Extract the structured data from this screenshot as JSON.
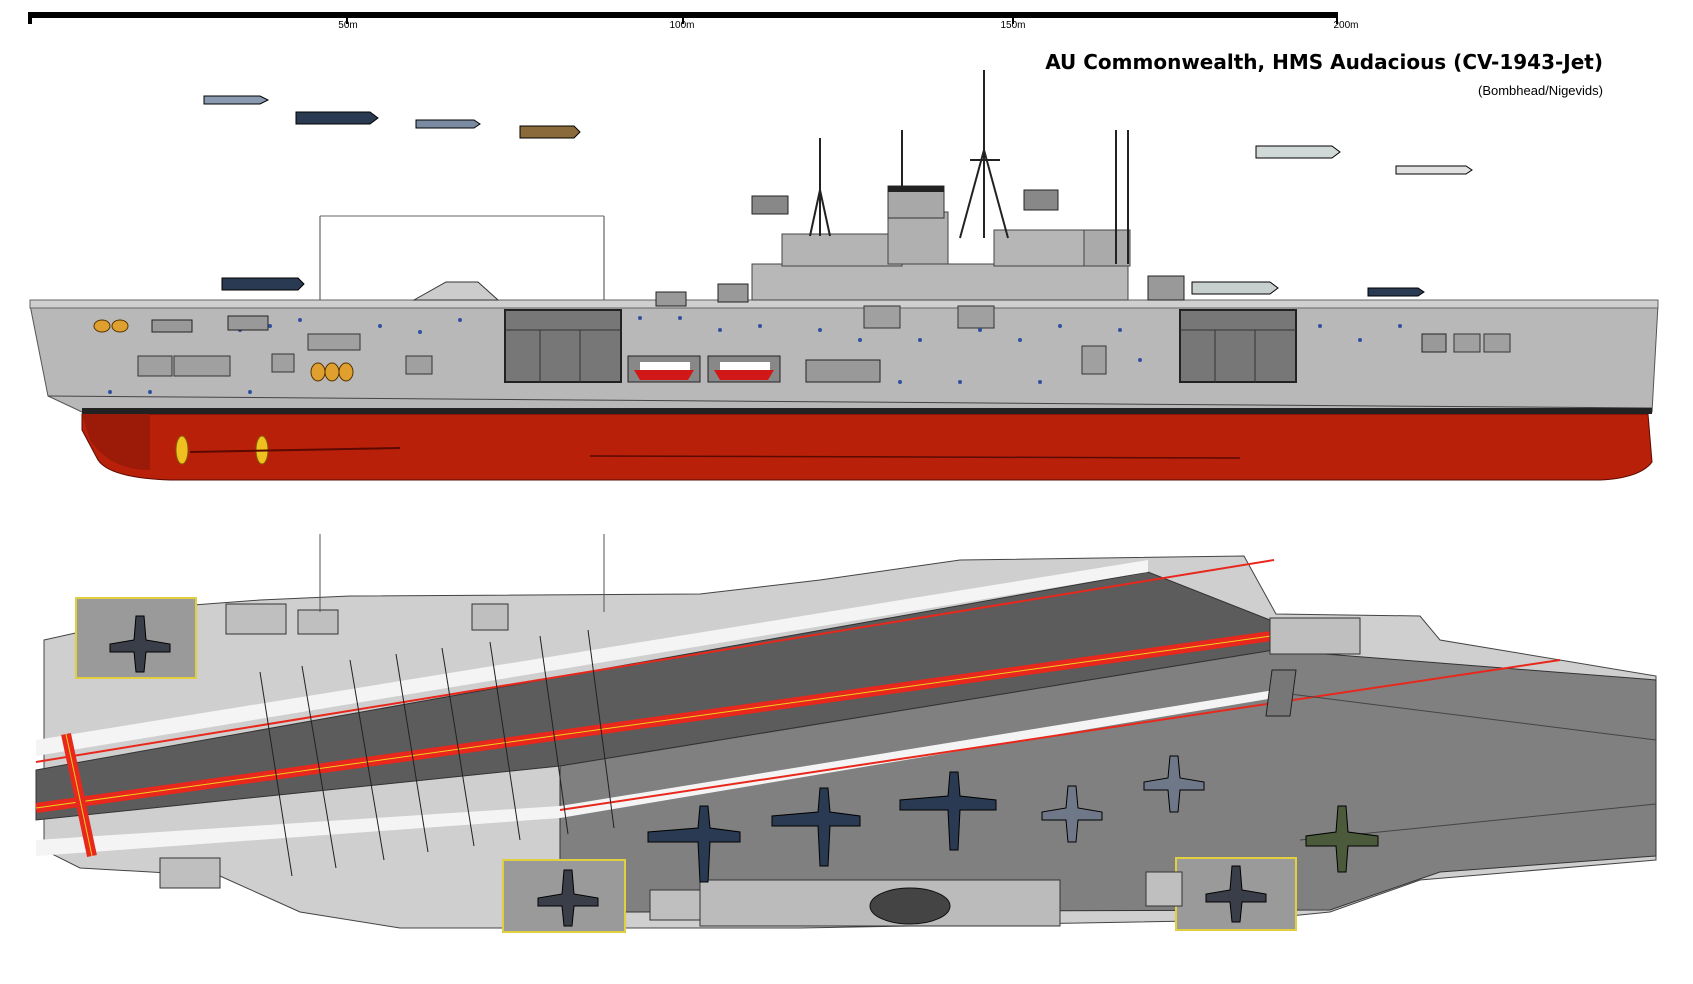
{
  "scale_bar": {
    "ticks": [
      "50m",
      "100m",
      "150m",
      "200m"
    ]
  },
  "title": "AU Commonwealth, HMS Audacious (CV-1943-Jet)",
  "credits": "(Bombhead/Nigevids)",
  "colors": {
    "hull_gray": "#b8b8b8",
    "hull_red": "#b8200a",
    "deck_dark": "#5c5c5c",
    "deck_mid": "#808080",
    "deck_line_red": "#e8281c",
    "deck_line_yellow": "#f0d020",
    "aircraft_blue": "#2a3a52",
    "aircraft_gray": "#6e7888"
  },
  "icons": [
    "aircraft-icon",
    "propeller-icon",
    "radar-icon",
    "lifeboat-icon",
    "gun-mount-icon",
    "anchor-icon"
  ]
}
